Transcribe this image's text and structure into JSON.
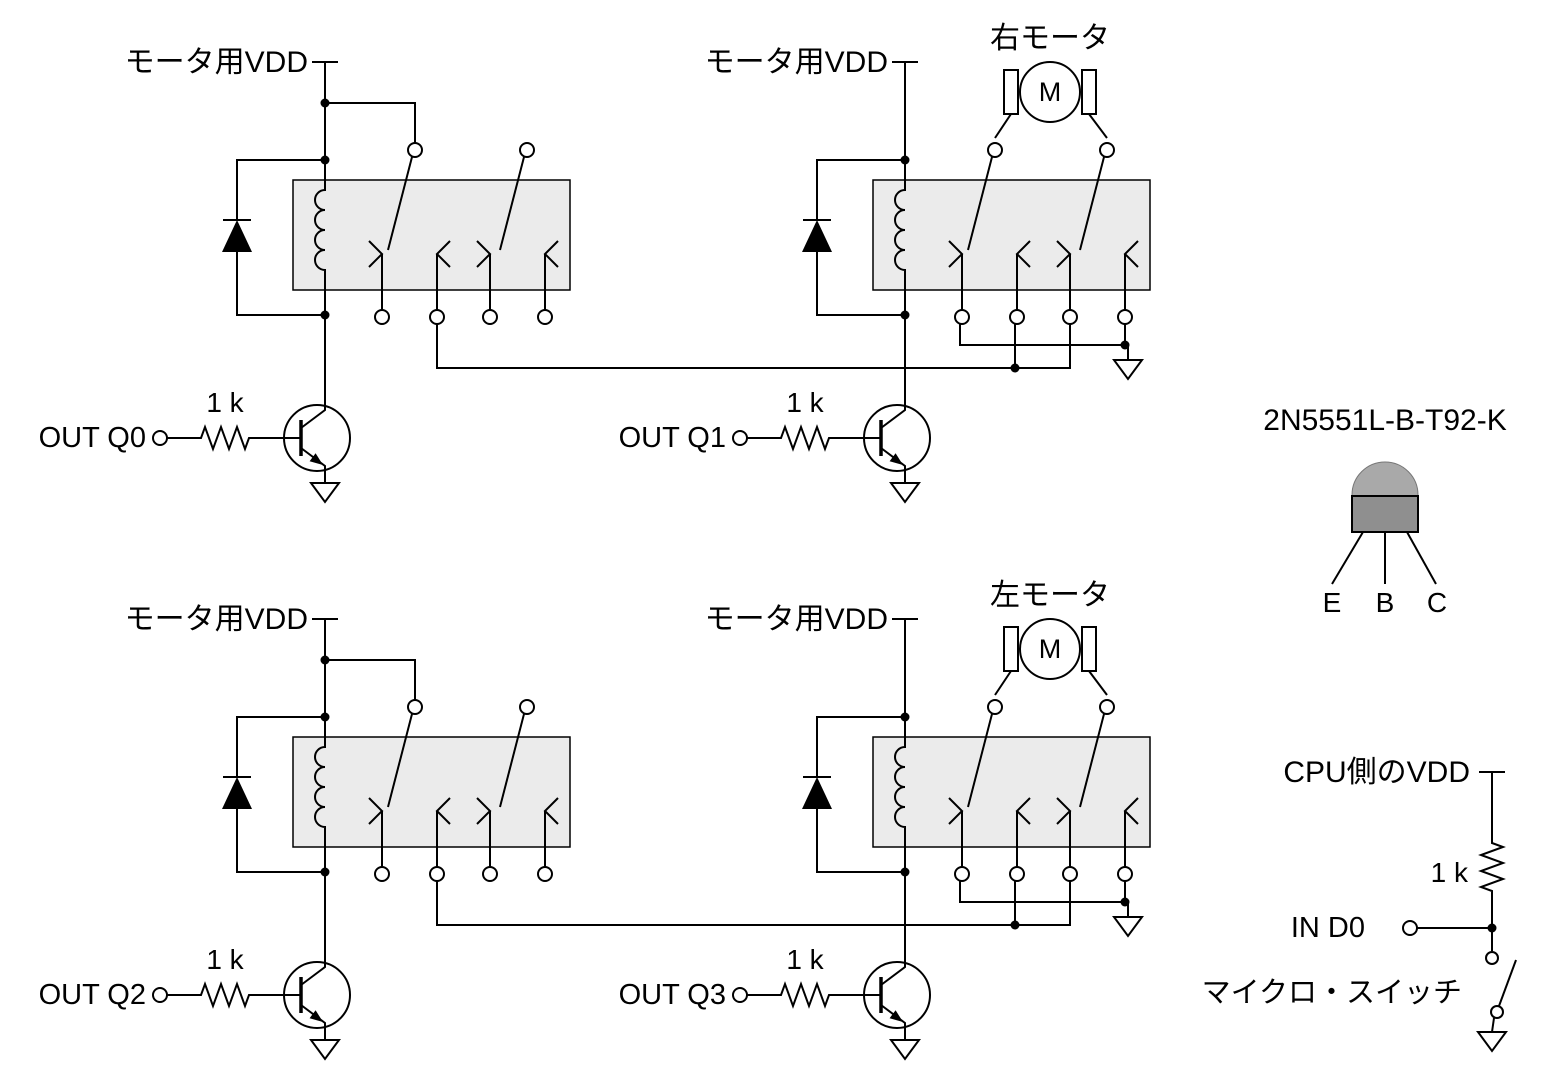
{
  "labels": {
    "motor_vdd": "モータ用VDD",
    "right_motor": "右モータ",
    "left_motor": "左モータ",
    "motor_m": "M",
    "out_q0": "OUT Q0",
    "out_q1": "OUT Q1",
    "out_q2": "OUT Q2",
    "out_q3": "OUT Q3",
    "r_1k": "1 k",
    "part_number": "2N5551L-B-T92-K",
    "pin_e": "E",
    "pin_b": "B",
    "pin_c": "C",
    "cpu_vdd": "CPU側のVDD",
    "in_d0": "IN D0",
    "micro_switch": "マイクロ・スイッチ"
  },
  "colors": {
    "relay_fill": "#ebebeb",
    "to92_body": "#8f8f8f",
    "to92_cap": "#a9a9a9"
  }
}
